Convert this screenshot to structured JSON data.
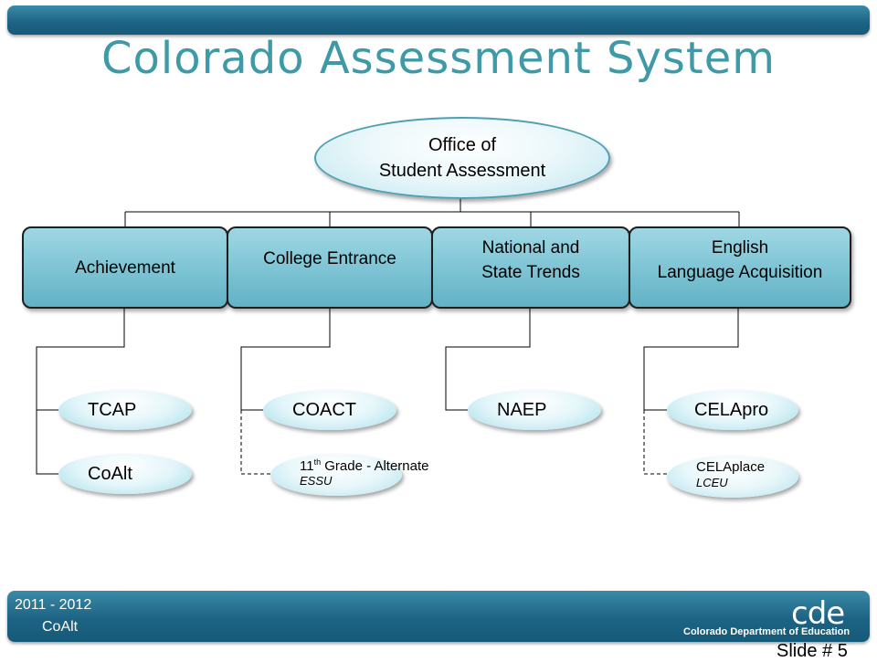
{
  "title": "Colorado Assessment System",
  "office": {
    "line1": "Office of",
    "line2": "Student  Assessment"
  },
  "categories": [
    {
      "line1": "Achievement",
      "line2": ""
    },
    {
      "line1": "College Entrance",
      "line2": ""
    },
    {
      "line1": "National and",
      "line2": "State Trends"
    },
    {
      "line1": "English",
      "line2": "Language Acquisition"
    }
  ],
  "assessments": {
    "tcap": "TCAP",
    "coalt": "CoAlt",
    "coact": "COACT",
    "grade11": {
      "num": "11",
      "sup": "th",
      "rest": " Grade - Alternate",
      "sub": "ESSU"
    },
    "naep": "NAEP",
    "celapro": "CELApro",
    "celaplace": {
      "name": "CELAplace",
      "sub": "LCEU"
    }
  },
  "footer": {
    "year": "2011 - 2012",
    "program": "CoAlt",
    "logo": "cde",
    "department": "Colorado Department of Education",
    "slide": "Slide # 5"
  }
}
